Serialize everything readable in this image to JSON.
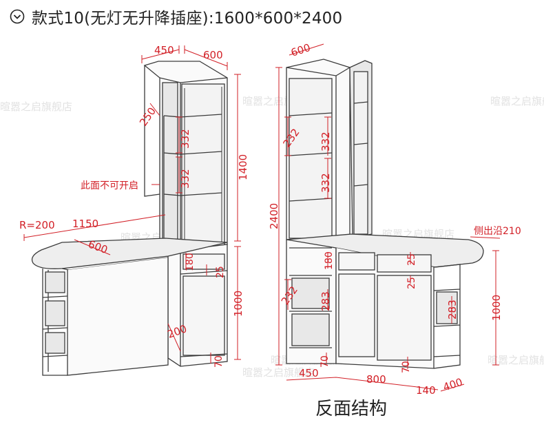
{
  "title": {
    "text": "款式10(无灯无升降插座):1600*600*2400",
    "icon": "chevron-down-circle-icon"
  },
  "caption": "反面结构",
  "colors": {
    "line": "#3a3a3a",
    "dimension": "#d21f26",
    "panel": "#e8e8e8",
    "glass": "#c8c8c8",
    "watermark": "#c9c9c9"
  },
  "watermark": "暄嚣之启旗舰店",
  "left_view": {
    "dims": {
      "top_width": "450",
      "top_depth": "600",
      "shelf_gap_top": "250",
      "shelf_332_a": "332",
      "shelf_332_b": "332",
      "upper_height": "1400",
      "radius": "R=200",
      "bar_length": "1150",
      "bar_depth": "600",
      "drawer": "180",
      "overhang": "25",
      "lower_height": "1000",
      "kick": "70",
      "side": "200"
    },
    "note": "此面不可开启"
  },
  "right_view": {
    "dims": {
      "top_depth": "600",
      "total_height": "2400",
      "shelf_232": "232",
      "shelf_332_a": "332",
      "shelf_332_b": "332",
      "drawer": "180",
      "overhang_a": "25",
      "overhang_b": "25",
      "lower_232": "232",
      "lower_283": "283",
      "side_283": "283",
      "lower_height": "1000",
      "kick_a": "70",
      "kick_b": "70",
      "w_450": "450",
      "w_800": "800",
      "w_140": "140",
      "w_400": "400"
    },
    "note": "侧出沿210"
  }
}
